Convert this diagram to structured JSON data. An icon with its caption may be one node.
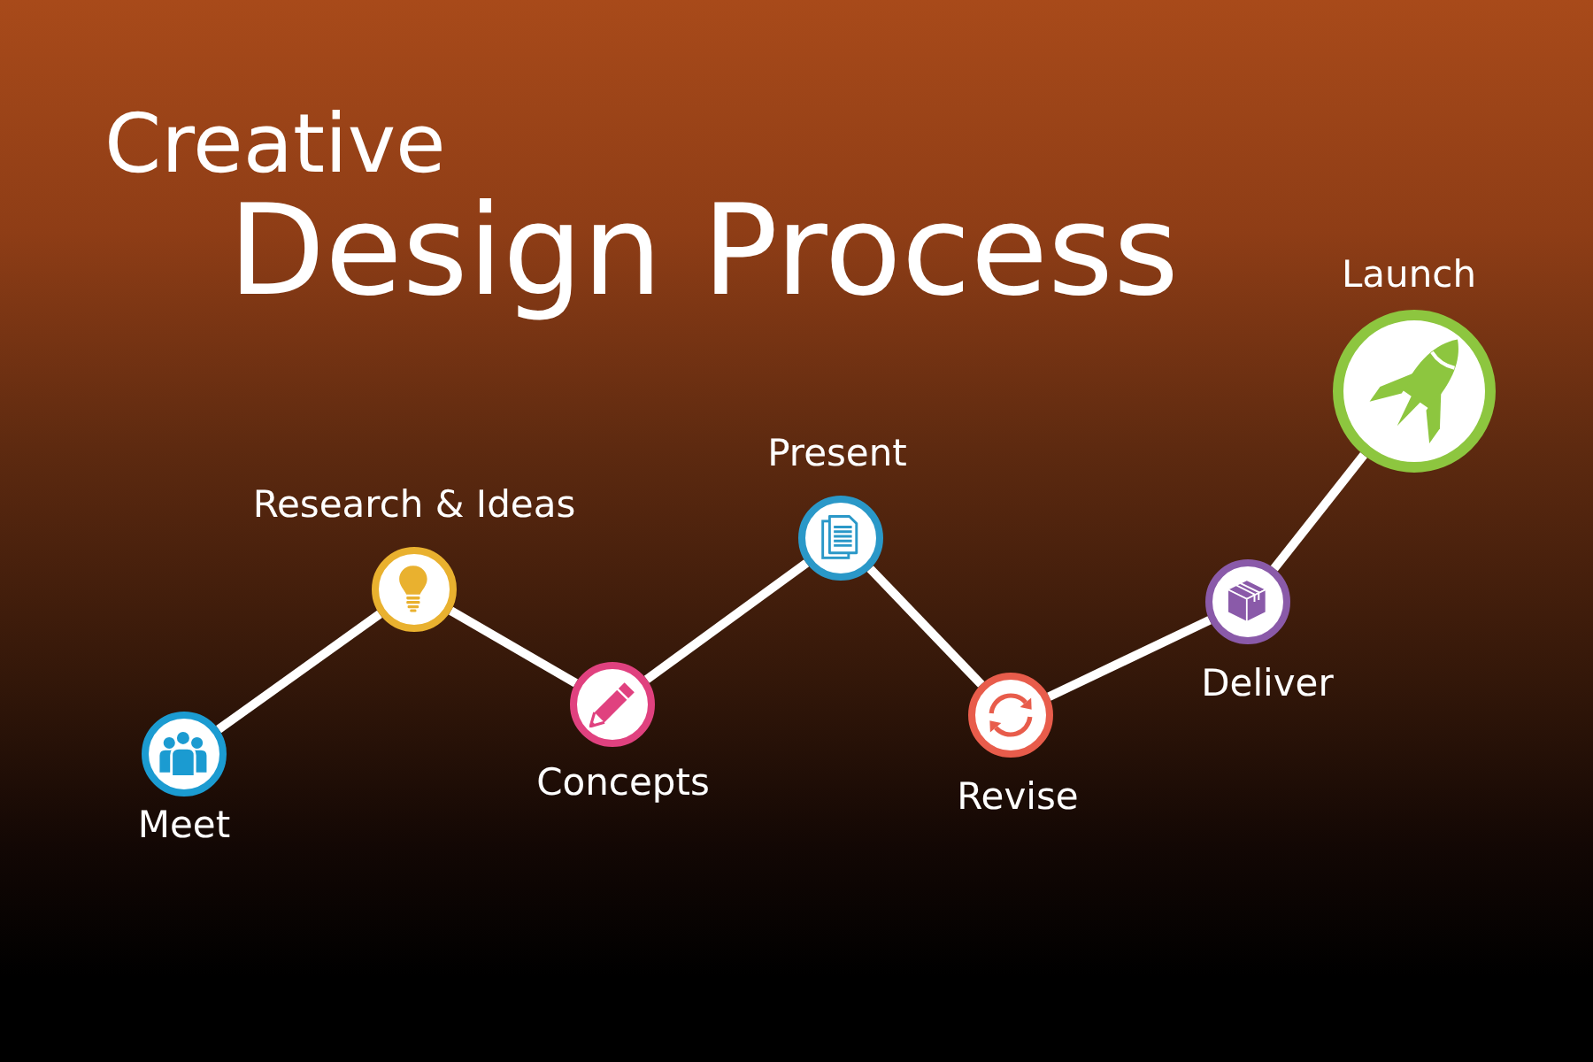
{
  "diagram": {
    "title": "Creative Design Process",
    "nodes": [
      {
        "text": [
          "Meet"
        ]
      },
      {
        "text": [
          "Research & Ideas"
        ]
      },
      {
        "text": [
          "Concepts"
        ]
      },
      {
        "text": [
          "Present"
        ]
      },
      {
        "text": [
          "Revise"
        ]
      },
      {
        "text": [
          "Deliver"
        ]
      },
      {
        "text": [
          "Launch"
        ]
      }
    ],
    "edges": [
      {
        "from": 0,
        "to": 1,
        "arrow": "none"
      },
      {
        "from": 1,
        "to": 2,
        "arrow": "none"
      },
      {
        "from": 2,
        "to": 3,
        "arrow": "none"
      },
      {
        "from": 3,
        "to": 4,
        "arrow": "none"
      },
      {
        "from": 4,
        "to": 5,
        "arrow": "none"
      },
      {
        "from": 5,
        "to": 6,
        "arrow": "none"
      }
    ]
  }
}
